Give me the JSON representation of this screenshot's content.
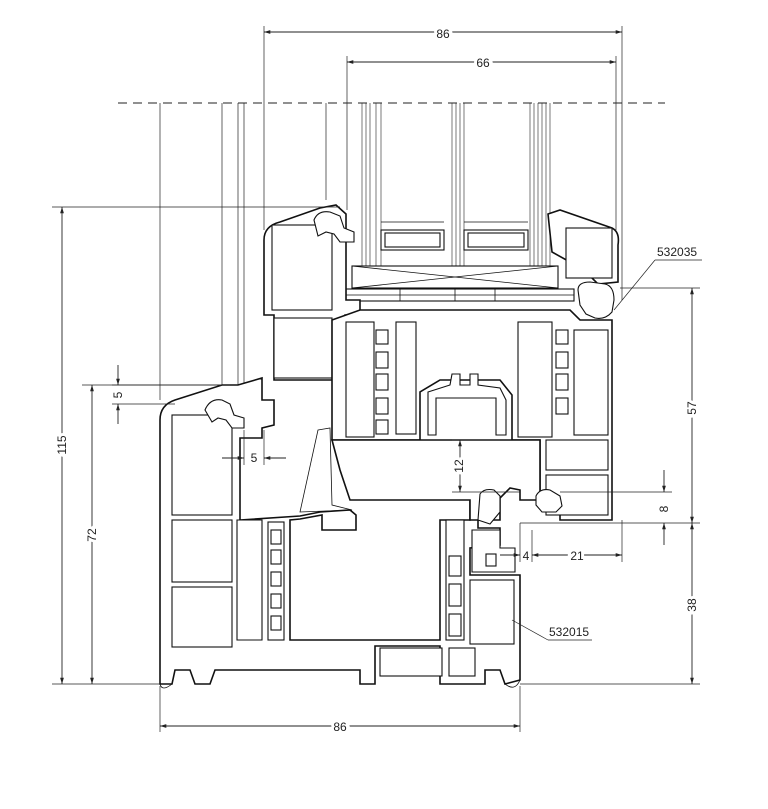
{
  "dimensions": {
    "frame_outer_width": "86",
    "sash_outer_width": "86",
    "glazing_depth": "66",
    "total_height": "115",
    "frame_height": "72",
    "overlap_top": "5",
    "overlap_side": "5",
    "rebate_height": "12",
    "sash_height": "57",
    "lower_height": "38",
    "sash_offset": "8",
    "gap_4": "4",
    "gap_21": "21"
  },
  "parts": {
    "sash_profile": "532035",
    "frame_profile": "532015"
  }
}
